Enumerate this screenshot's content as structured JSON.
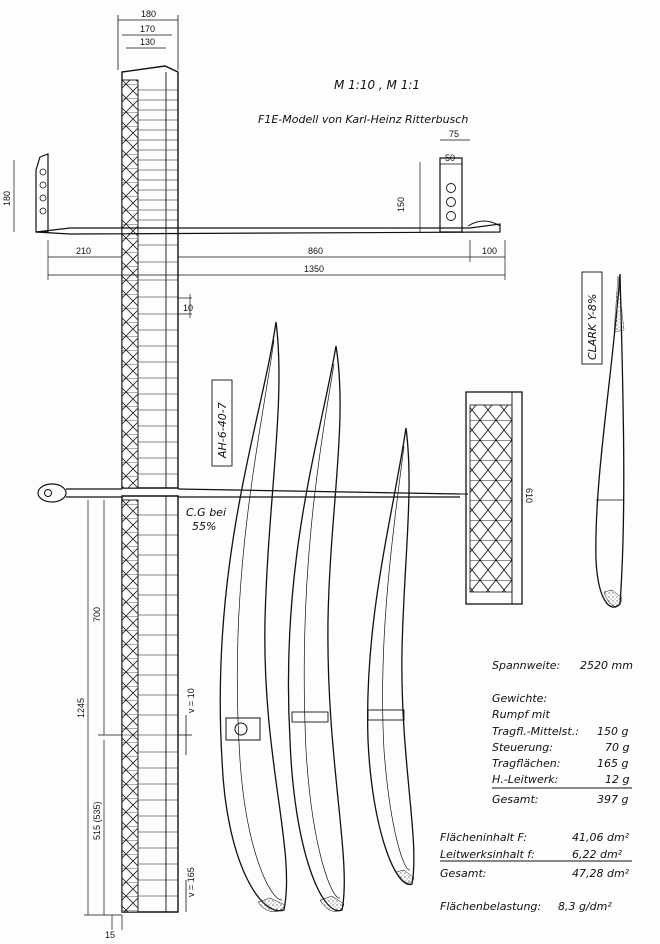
{
  "header": {
    "scale": "M 1:10 , M 1:1",
    "subtitle": "F1E-Modell von Karl-Heinz Ritterbusch"
  },
  "dimensions": {
    "wing_root_widths": [
      "180",
      "170",
      "130"
    ],
    "fin_height": "180",
    "boom_left": "210",
    "boom_mid": "860",
    "boom_right": "100",
    "total_length": "1350",
    "stab_width_top": "75",
    "stab_width_mid": "50",
    "stab_height": "150",
    "rib_spacing": "10",
    "stab_span": "610",
    "half_span": "1245",
    "inner_panel": "700",
    "tip_panel": "515 (535)",
    "dihedral_inner": "v = 10",
    "dihedral_tip": "v = 165",
    "tip_width": "15"
  },
  "labels": {
    "cg_line1": "C.G bei",
    "cg_line2": "55%",
    "wing_airfoil": "AH-6-40-7",
    "stab_airfoil": "CLARK Y-8%"
  },
  "specs": {
    "span_label": "Spannweite:",
    "span_value": "2520 mm",
    "weights_title": "Gewichte:",
    "fuselage_label": "Rumpf mit",
    "center_label": "Tragfl.-Mittelst.:",
    "center_value": "150 g",
    "control_label": "Steuerung:",
    "control_value": "70 g",
    "wings_label": "Tragflächen:",
    "wings_value": "165 g",
    "stab_label": "H.-Leitwerk:",
    "stab_value": "12 g",
    "total_label": "Gesamt:",
    "total_value": "397 g",
    "area_wing_label": "Flächeninhalt F:",
    "area_wing_value": "41,06 dm²",
    "area_stab_label": "Leitwerksinhalt f:",
    "area_stab_value": "6,22 dm²",
    "area_total_label": "Gesamt:",
    "area_total_value": "47,28 dm²",
    "loading_label": "Flächenbelastung:",
    "loading_value": "8,3 g/dm²"
  }
}
